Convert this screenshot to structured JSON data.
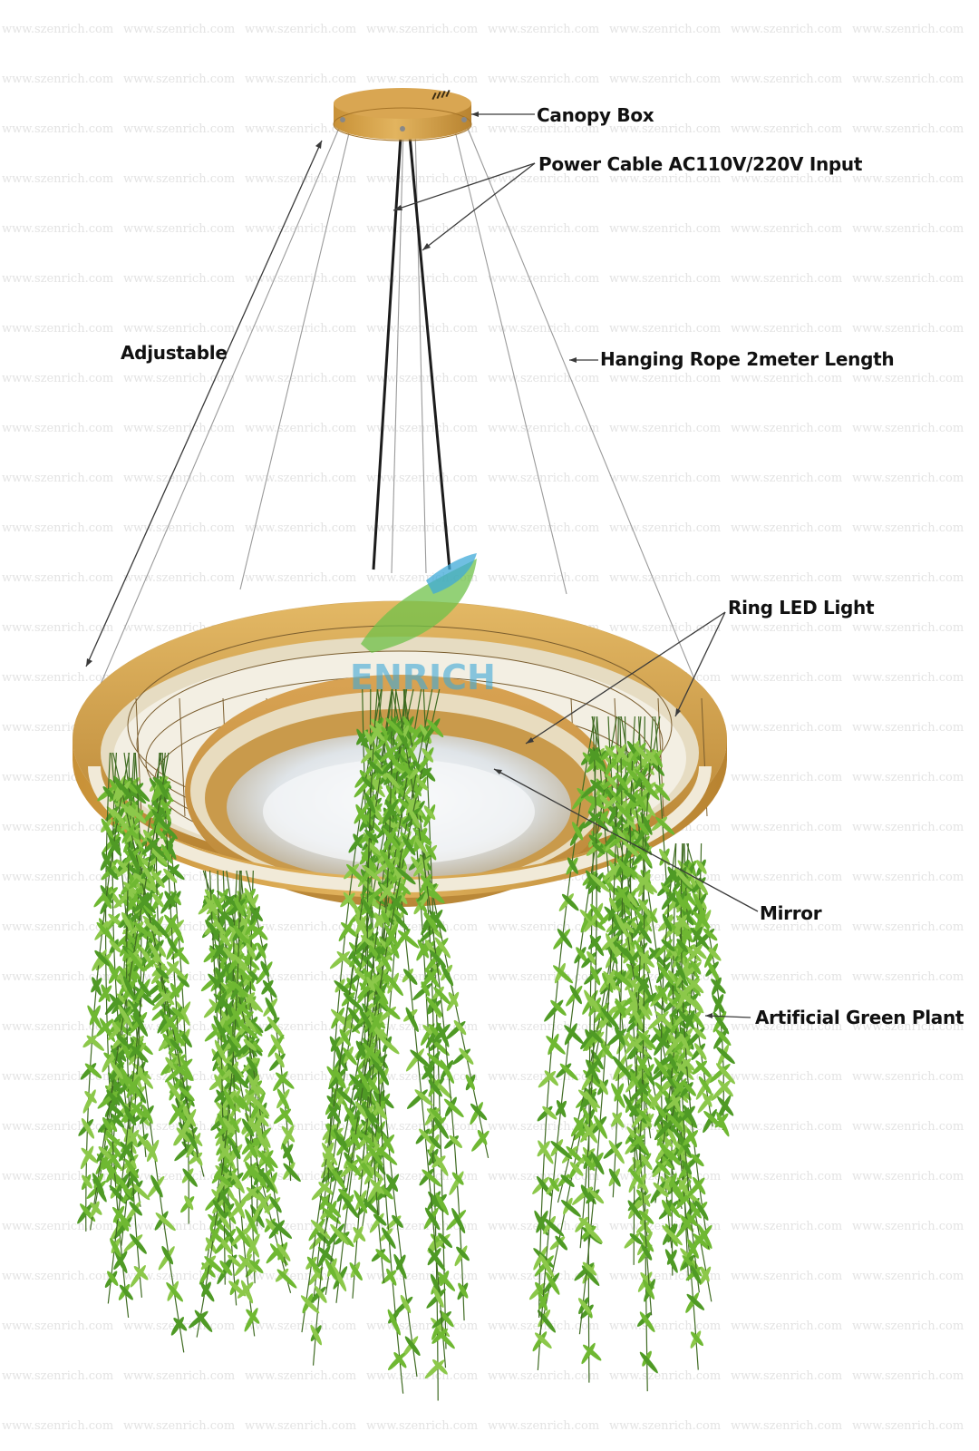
{
  "watermark": {
    "text": "www.szenrich.com"
  },
  "logo": {
    "text": "ENRICH"
  },
  "labels": {
    "canopy_box": "Canopy Box",
    "power_cable": "Power Cable AC110V/220V Input",
    "adjustable": "Adjustable",
    "hanging_rope": "Hanging Rope  2meter Length",
    "ring_led_light": "Ring LED Light",
    "mirror": "Mirror",
    "artificial_plant": "Artificial Green Plant"
  },
  "colors": {
    "gold": "#d4a046",
    "gold_light": "#e4b866",
    "gold_dark": "#b07d2c",
    "ring_inner": "#eae1c8",
    "mirror": "#e9ecef",
    "leaf_a": "#6fb832",
    "leaf_b": "#8cc84a",
    "leaf_c": "#4f9a25",
    "logo_blue": "#3fa9d8",
    "logo_green": "#6fc14a"
  }
}
